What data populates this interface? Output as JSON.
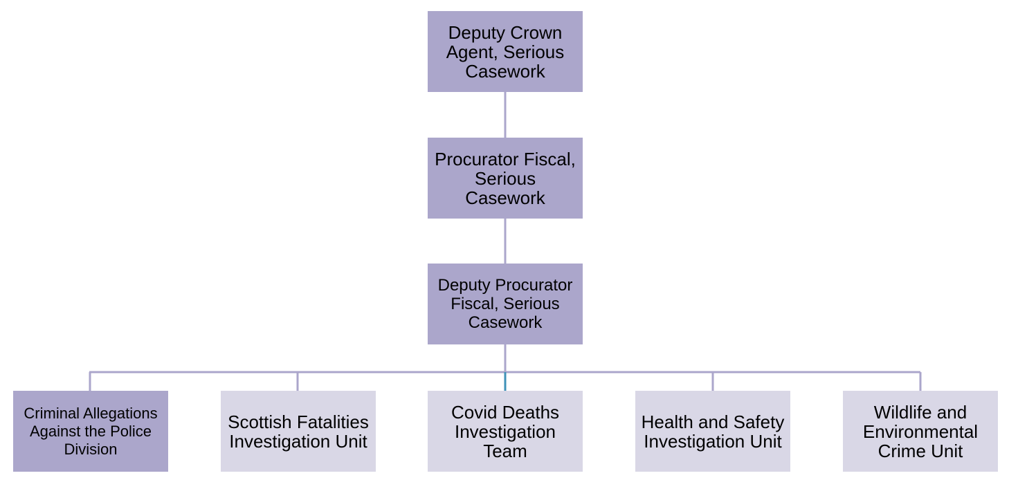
{
  "colors": {
    "dark_box": "#aba6cb",
    "light_box": "#d9d7e6",
    "connector": "#aba6cb",
    "connector_accent": "#3f92b8"
  },
  "org_chart": {
    "level1": {
      "label": "Deputy Crown\nAgent, Serious\nCasework"
    },
    "level2": {
      "label": "Procurator Fiscal,\nSerious\nCasework"
    },
    "level3": {
      "label": "Deputy Procurator\nFiscal, Serious\nCasework"
    },
    "units": [
      {
        "label": "Criminal Allegations\nAgainst the Police\nDivision"
      },
      {
        "label": "Scottish Fatalities\nInvestigation Unit"
      },
      {
        "label": "Covid Deaths\nInvestigation\nTeam"
      },
      {
        "label": "Health and Safety\nInvestigation Unit"
      },
      {
        "label": "Wildlife and\nEnvironmental\nCrime Unit"
      }
    ]
  }
}
